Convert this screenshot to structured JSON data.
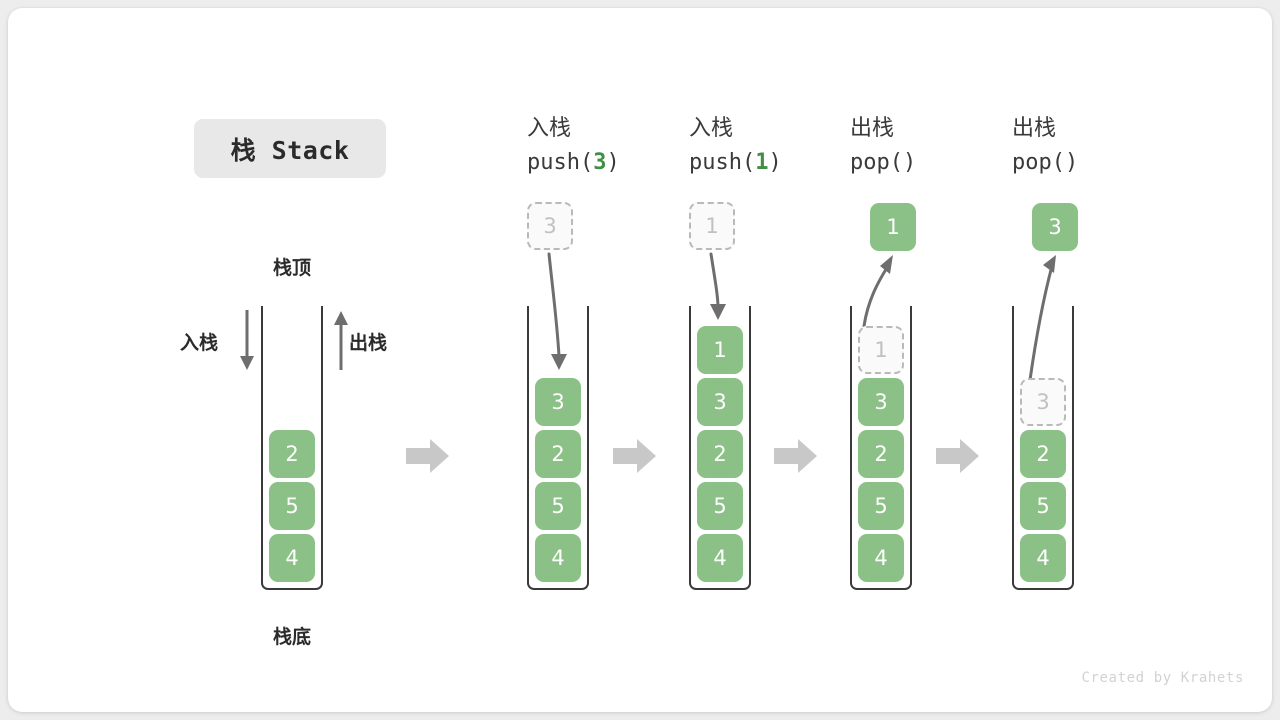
{
  "title": {
    "badge_label": "栈 Stack"
  },
  "colors": {
    "cell_green": "#8bc087",
    "cell_text": "#ffffff",
    "ghost_border": "#b9b9b9",
    "ghost_fill": "#fafafa",
    "ghost_text": "#c1c1c1",
    "frame_stroke": "#3a3a3a",
    "arrow_gray": "#6e6e6e",
    "sep_arrow": "#c8c8c8",
    "badge_bg": "#e8e8e8",
    "accent_green_text": "#3f8f46",
    "label_text": "#2b2b2b",
    "watermark": "#d2d2d2",
    "card_bg": "#ffffff",
    "page_bg": "#ededed"
  },
  "base_stack": {
    "top_label": "栈顶",
    "bottom_label": "栈底",
    "push_label": "入栈",
    "pop_label": "出栈",
    "cells": [
      "2",
      "5",
      "4"
    ]
  },
  "steps": [
    {
      "id": "push-3",
      "op_label": "入栈",
      "op_call_prefix": "push(",
      "op_call_arg": "3",
      "op_call_suffix": ")",
      "direction": "push",
      "floating_cell": {
        "value": "3",
        "style": "ghost"
      },
      "cells": [
        {
          "value": "3",
          "style": "solid"
        },
        {
          "value": "2",
          "style": "solid"
        },
        {
          "value": "5",
          "style": "solid"
        },
        {
          "value": "4",
          "style": "solid"
        }
      ]
    },
    {
      "id": "push-1",
      "op_label": "入栈",
      "op_call_prefix": "push(",
      "op_call_arg": "1",
      "op_call_suffix": ")",
      "direction": "push",
      "floating_cell": {
        "value": "1",
        "style": "ghost"
      },
      "cells": [
        {
          "value": "1",
          "style": "solid"
        },
        {
          "value": "3",
          "style": "solid"
        },
        {
          "value": "2",
          "style": "solid"
        },
        {
          "value": "5",
          "style": "solid"
        },
        {
          "value": "4",
          "style": "solid"
        }
      ]
    },
    {
      "id": "pop-1",
      "op_label": "出栈",
      "op_call_prefix": "pop(",
      "op_call_arg": "",
      "op_call_suffix": ")",
      "direction": "pop",
      "floating_cell": {
        "value": "1",
        "style": "solid"
      },
      "cells": [
        {
          "value": "1",
          "style": "ghost"
        },
        {
          "value": "3",
          "style": "solid"
        },
        {
          "value": "2",
          "style": "solid"
        },
        {
          "value": "5",
          "style": "solid"
        },
        {
          "value": "4",
          "style": "solid"
        }
      ]
    },
    {
      "id": "pop-3",
      "op_label": "出栈",
      "op_call_prefix": "pop(",
      "op_call_arg": "",
      "op_call_suffix": ")",
      "direction": "pop",
      "floating_cell": {
        "value": "3",
        "style": "solid"
      },
      "cells": [
        {
          "value": "3",
          "style": "ghost"
        },
        {
          "value": "2",
          "style": "solid"
        },
        {
          "value": "5",
          "style": "solid"
        },
        {
          "value": "4",
          "style": "solid"
        }
      ]
    }
  ],
  "watermark": "Created by Krahets"
}
